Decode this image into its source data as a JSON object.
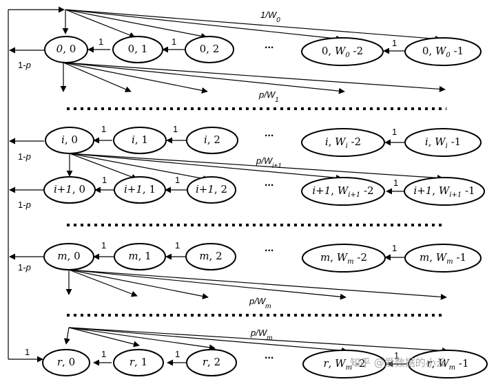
{
  "stages": [
    {
      "id": "stage-0",
      "nodes": [
        {
          "id": "n00",
          "i": "0",
          "j": "0"
        },
        {
          "id": "n01",
          "i": "0",
          "j": "1"
        },
        {
          "id": "n02",
          "i": "0",
          "j": "2"
        },
        {
          "id": "n0w2",
          "i": "0",
          "j": "W",
          "sub": "0",
          "suffix": " -2"
        },
        {
          "id": "n0w1",
          "i": "0",
          "j": "W",
          "sub": "0",
          "suffix": " -1"
        }
      ],
      "entry_label": {
        "prefix": "1/W",
        "sub": "0"
      },
      "exit_label": {
        "prefix": "p/W",
        "sub": "1"
      },
      "back_label": "1-",
      "back_label_var": "p"
    },
    {
      "id": "stage-i",
      "nodes": [
        {
          "id": "ni0",
          "i": "i",
          "j": "0"
        },
        {
          "id": "ni1",
          "i": "i",
          "j": "1"
        },
        {
          "id": "ni2",
          "i": "i",
          "j": "2"
        },
        {
          "id": "niw2",
          "i": "i",
          "j": "W",
          "sub": "i",
          "suffix": " -2"
        },
        {
          "id": "niw1",
          "i": "i",
          "j": "W",
          "sub": "i",
          "suffix": " -1"
        }
      ],
      "exit_label": {
        "prefix": "p/W",
        "sub": "i+1"
      },
      "back_label": "1-",
      "back_label_var": "p"
    },
    {
      "id": "stage-i1",
      "nodes": [
        {
          "id": "nj0",
          "i": "i+1",
          "j": "0"
        },
        {
          "id": "nj1",
          "i": "i+1",
          "j": "1"
        },
        {
          "id": "nj2",
          "i": "i+1",
          "j": "2"
        },
        {
          "id": "njw2",
          "i": "i+1",
          "j": "W",
          "sub": "i+1",
          "suffix": " -2"
        },
        {
          "id": "njw1",
          "i": "i+1",
          "j": "W",
          "sub": "i+1",
          "suffix": " -1"
        }
      ],
      "back_label": "1-",
      "back_label_var": "p"
    },
    {
      "id": "stage-m",
      "nodes": [
        {
          "id": "nm0",
          "i": "m",
          "j": "0"
        },
        {
          "id": "nm1",
          "i": "m",
          "j": "1"
        },
        {
          "id": "nm2",
          "i": "m",
          "j": "2"
        },
        {
          "id": "nmw2",
          "i": "m",
          "j": "W",
          "sub": "m",
          "suffix": " -2"
        },
        {
          "id": "nmw1",
          "i": "m",
          "j": "W",
          "sub": "m",
          "suffix": " -1"
        }
      ],
      "exit_label": {
        "prefix": "p/W",
        "sub": "m"
      },
      "back_label": "1-",
      "back_label_var": "p"
    },
    {
      "id": "stage-r",
      "nodes": [
        {
          "id": "nr0",
          "i": "r",
          "j": "0"
        },
        {
          "id": "nr1",
          "i": "r",
          "j": "1"
        },
        {
          "id": "nr2",
          "i": "r",
          "j": "2"
        },
        {
          "id": "nrw2",
          "i": "r",
          "j": "W",
          "sub": "m",
          "suffix": " -2"
        },
        {
          "id": "nrw1",
          "i": "r",
          "j": "W",
          "sub": "m",
          "suffix": " -1"
        }
      ],
      "entry_label": {
        "prefix": "p/W",
        "sub": "m"
      },
      "back_label": "1",
      "back_label_var": ""
    }
  ],
  "edge_prob_label": "1",
  "ellipsis": "...",
  "watermark": "知乎 @爱数据的小云"
}
